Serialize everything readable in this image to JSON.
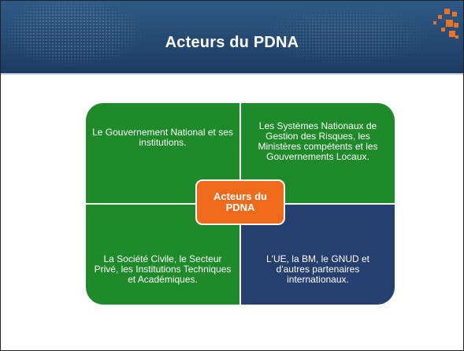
{
  "slide": {
    "title": "Acteurs du PDNA"
  },
  "diagram": {
    "center_label": "Acteurs du PDNA",
    "quadrants": {
      "top_left": "Le Gouvernement National et ses institutions.",
      "top_right": "Les Systèmes Nationaux de Gestion des Risques, les Ministères compétents et les Gouvernements Locaux.",
      "bottom_left": "La Société Civile, le Secteur Privé, les Institutions Techniques et Académiques.",
      "bottom_right": "L'UE, la BM, le GNUD et d'autres partenaires internationaux."
    }
  },
  "colors": {
    "header": "#1c3c62",
    "quadrant_green": "#1e8a2a",
    "quadrant_navy": "#253f6e",
    "center_orange": "#f06a1c",
    "accent_squares": "#e8742a"
  }
}
